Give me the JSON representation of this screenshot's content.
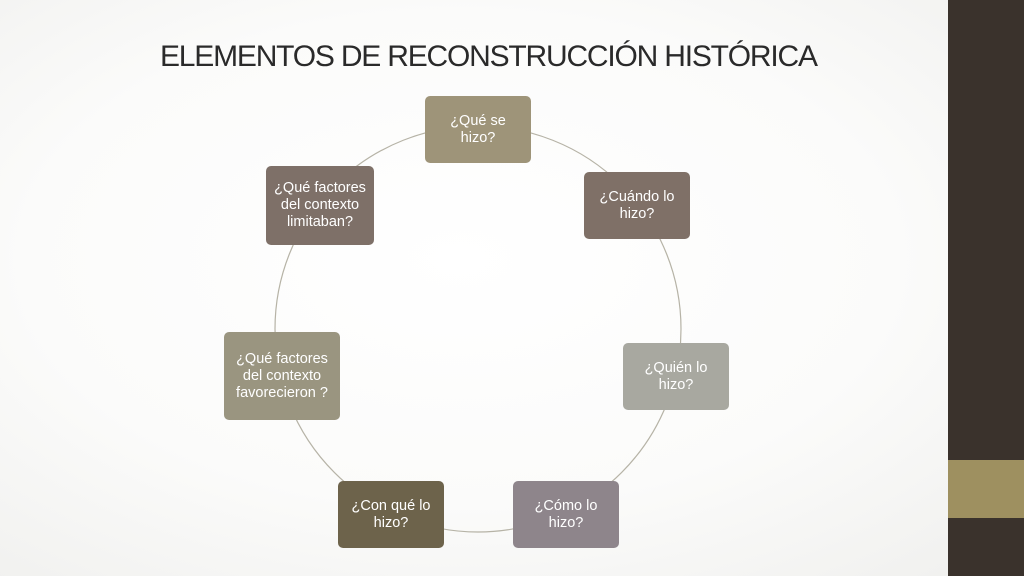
{
  "title": "ELEMENTOS DE RECONSTRUCCIÓN HISTÓRICA",
  "cycle": {
    "nodes": [
      {
        "label": "¿Qué se hizo?",
        "color": "#9e9479"
      },
      {
        "label": "¿Cuándo lo hizo?",
        "color": "#7f7067"
      },
      {
        "label": "¿Quién lo hizo?",
        "color": "#a8a8a0"
      },
      {
        "label": "¿Cómo lo hizo?",
        "color": "#8e858b"
      },
      {
        "label": "¿Con qué lo hizo?",
        "color": "#6d634b"
      },
      {
        "label": "¿Qué factores del contexto favorecieron ?",
        "color": "#9a9580"
      },
      {
        "label": "¿Qué factores del contexto limitaban?",
        "color": "#7e7068"
      }
    ],
    "connector_color": "#b6b3a6"
  },
  "theme": {
    "sidebar_color": "#3a322c",
    "sidebar_accent_color": "#9e9060"
  }
}
